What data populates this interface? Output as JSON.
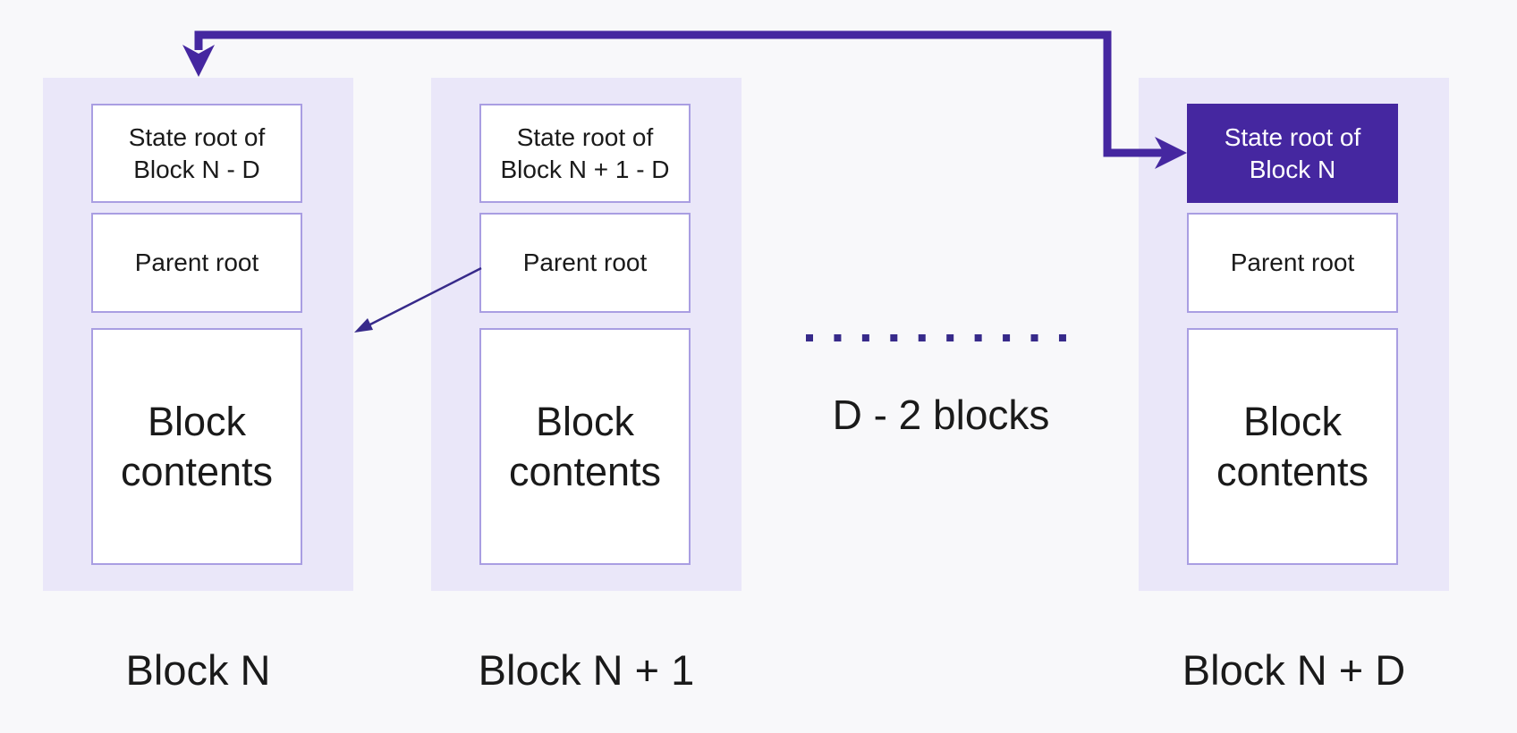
{
  "diagram": {
    "blocks": [
      {
        "label": "Block N",
        "state_root": {
          "line1": "State root of",
          "line2": "Block N - D",
          "highlighted": false
        },
        "parent_root": "Parent root",
        "contents": {
          "line1": "Block",
          "line2": "contents"
        }
      },
      {
        "label": "Block N + 1",
        "state_root": {
          "line1": "State root of",
          "line2": "Block N + 1 - D",
          "highlighted": false
        },
        "parent_root": "Parent root",
        "contents": {
          "line1": "Block",
          "line2": "contents"
        }
      },
      {
        "label": "Block N + D",
        "state_root": {
          "line1": "State root of",
          "line2": "Block N",
          "highlighted": true
        },
        "parent_root": "Parent root",
        "contents": {
          "line1": "Block",
          "line2": "contents"
        }
      }
    ],
    "ellipsis": {
      "label": "D - 2 blocks",
      "dot_count": 10
    },
    "colors": {
      "background": "#f8f8fa",
      "container_fill": "#eae7f9",
      "box_fill": "#ffffff",
      "box_border": "#a99ee2",
      "accent_purple": "#4527a0",
      "line_indigo": "#372a8a",
      "text": "#1a1a1a",
      "highlight_text": "#ffffff"
    }
  }
}
